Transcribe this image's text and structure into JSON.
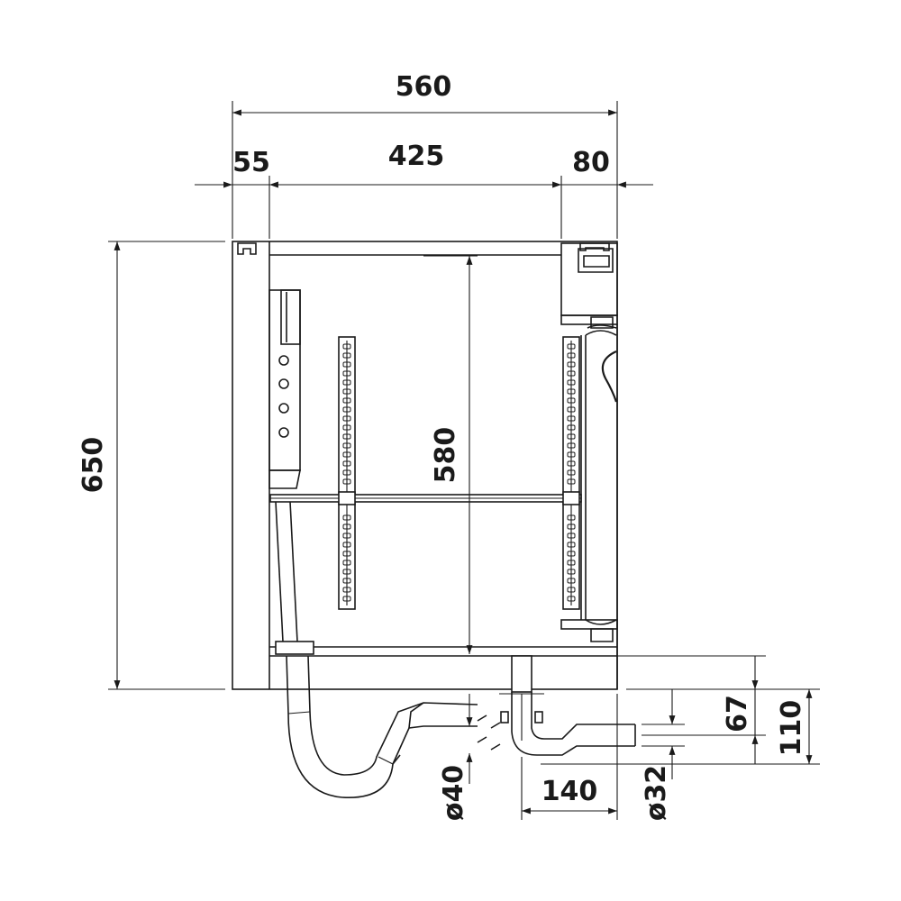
{
  "dimensions": {
    "overall_width": "560",
    "left_margin": "55",
    "inner_width": "425",
    "right_margin": "80",
    "overall_height": "650",
    "inner_height": "580",
    "drain_offset_67": "67",
    "drain_offset_110": "110",
    "drain_width": "140",
    "pipe_diameter_40": "ø40",
    "pipe_diameter_32": "ø32"
  },
  "colors": {
    "line": "#1a1a1a",
    "background": "#ffffff"
  }
}
